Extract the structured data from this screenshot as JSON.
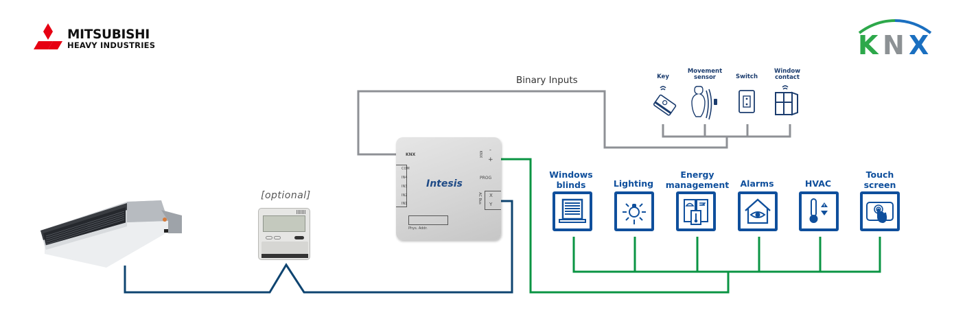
{
  "brand_left": {
    "line1": "MITSUBISHI",
    "line2": "HEAVY INDUSTRIES",
    "logo_color": "#e60012"
  },
  "brand_right": {
    "name": "KNX",
    "colors": {
      "k": "#2da84a",
      "n": "#8c9194",
      "x": "#1a6fc0"
    }
  },
  "labels": {
    "binary_inputs": "Binary Inputs",
    "optional": "[optional]"
  },
  "binary_inputs": [
    {
      "id": "key",
      "label": "Key",
      "icon": "keycard-icon"
    },
    {
      "id": "movement",
      "label": "Movement\nsensor",
      "icon": "movement-sensor-icon"
    },
    {
      "id": "switch",
      "label": "Switch",
      "icon": "switch-icon"
    },
    {
      "id": "window",
      "label": "Window\ncontact",
      "icon": "window-contact-icon"
    }
  ],
  "gateway": {
    "brand": "Intesis",
    "knx_badge": "KNX",
    "terminals_left": [
      "COM",
      "IN4",
      "IN3",
      "IN2",
      "IN1"
    ],
    "knx_terminal": "KNX",
    "knx_minus": "-",
    "knx_plus": "+",
    "prog": "PROG",
    "ac_bus": "AC Bus",
    "x": "X",
    "y": "Y",
    "phys_addr": "Phys. Addr."
  },
  "knx_devices": [
    {
      "id": "blinds",
      "label": "Windows\nblinds",
      "icon": "window-blinds-icon"
    },
    {
      "id": "lighting",
      "label": "Lighting",
      "icon": "lighting-icon"
    },
    {
      "id": "energy",
      "label": "Energy\nmanagement",
      "icon": "energy-management-icon"
    },
    {
      "id": "alarms",
      "label": "Alarms",
      "icon": "alarm-house-icon"
    },
    {
      "id": "hvac",
      "label": "HVAC",
      "icon": "hvac-thermometer-icon"
    },
    {
      "id": "touch",
      "label": "Touch\nscreen",
      "icon": "touch-screen-icon"
    }
  ],
  "colors": {
    "binary_wire": "#8e9095",
    "knx_wire": "#0a9443",
    "ac_bus_wire": "#0e4470",
    "device_blue": "#0f4f9c"
  }
}
